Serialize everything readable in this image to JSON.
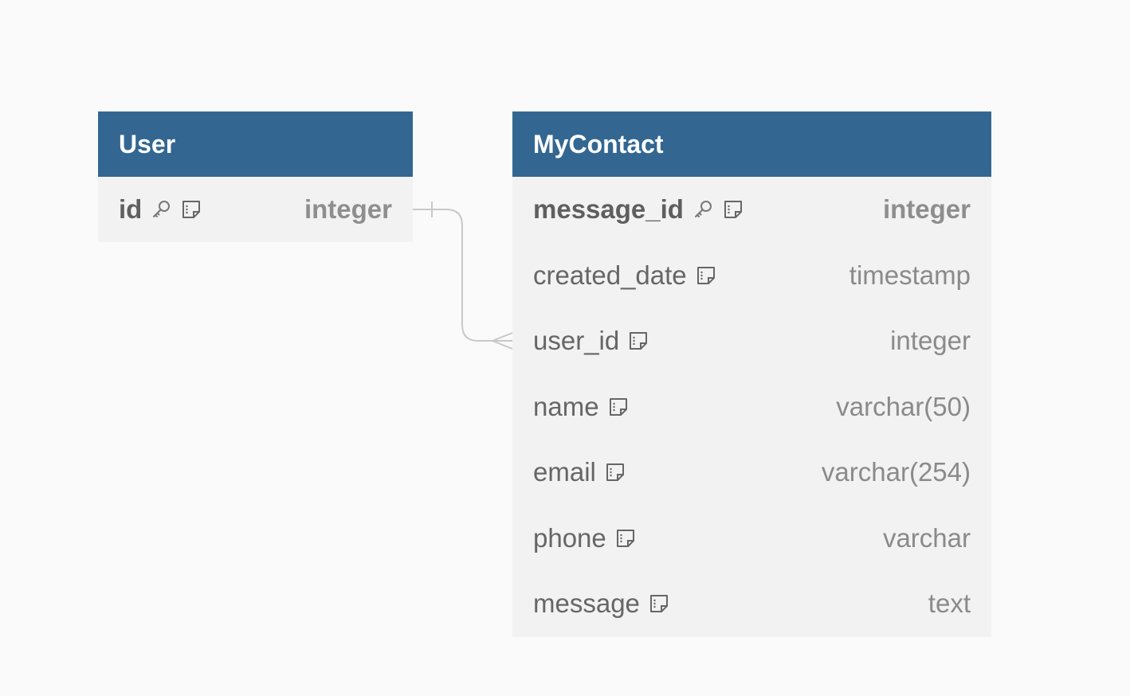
{
  "diagram": {
    "tables": {
      "user": {
        "name": "User",
        "columns": [
          {
            "name": "id",
            "type": "integer",
            "primary_key": true,
            "icons": [
              "key-icon",
              "note-icon"
            ]
          }
        ]
      },
      "mycontact": {
        "name": "MyContact",
        "columns": [
          {
            "name": "message_id",
            "type": "integer",
            "primary_key": true,
            "icons": [
              "key-icon",
              "note-icon"
            ]
          },
          {
            "name": "created_date",
            "type": "timestamp",
            "primary_key": false,
            "icons": [
              "note-icon"
            ]
          },
          {
            "name": "user_id",
            "type": "integer",
            "primary_key": false,
            "icons": [
              "note-icon"
            ]
          },
          {
            "name": "name",
            "type": "varchar(50)",
            "primary_key": false,
            "icons": [
              "note-icon"
            ]
          },
          {
            "name": "email",
            "type": "varchar(254)",
            "primary_key": false,
            "icons": [
              "note-icon"
            ]
          },
          {
            "name": "phone",
            "type": "varchar",
            "primary_key": false,
            "icons": [
              "note-icon"
            ]
          },
          {
            "name": "message",
            "type": "text",
            "primary_key": false,
            "icons": [
              "note-icon"
            ]
          }
        ]
      }
    },
    "relationships": [
      {
        "from": "User.id",
        "to": "MyContact.user_id",
        "from_cardinality": "one",
        "to_cardinality": "many"
      }
    ],
    "colors": {
      "header": "#336791",
      "header_text": "#ffffff",
      "body": "#f2f2f2",
      "background": "#fafafa",
      "connector": "#c8c8c8"
    }
  }
}
